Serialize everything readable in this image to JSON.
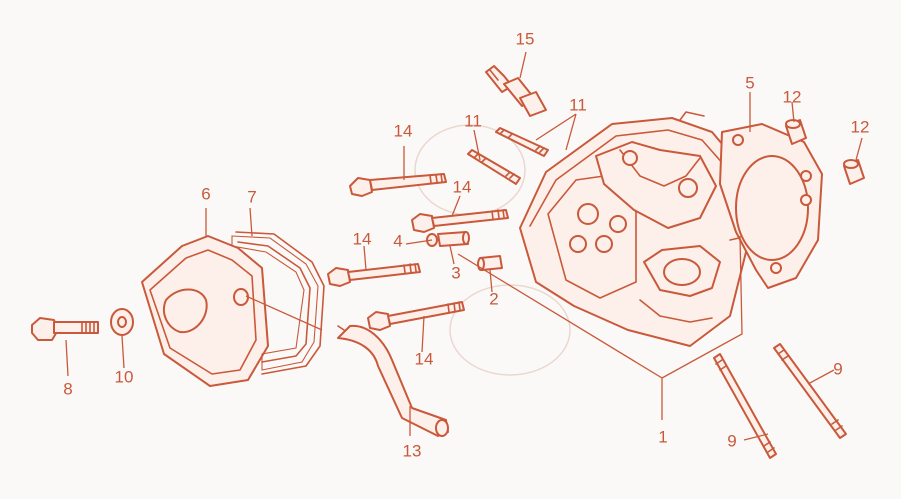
{
  "diagram": {
    "accent_color": "#c9593a",
    "background_color": "#fbf9f8",
    "callouts": [
      "1",
      "2",
      "3",
      "4",
      "5",
      "6",
      "7",
      "8",
      "9",
      "9",
      "10",
      "11",
      "11",
      "12",
      "12",
      "13",
      "14",
      "14",
      "14",
      "14",
      "15"
    ]
  }
}
